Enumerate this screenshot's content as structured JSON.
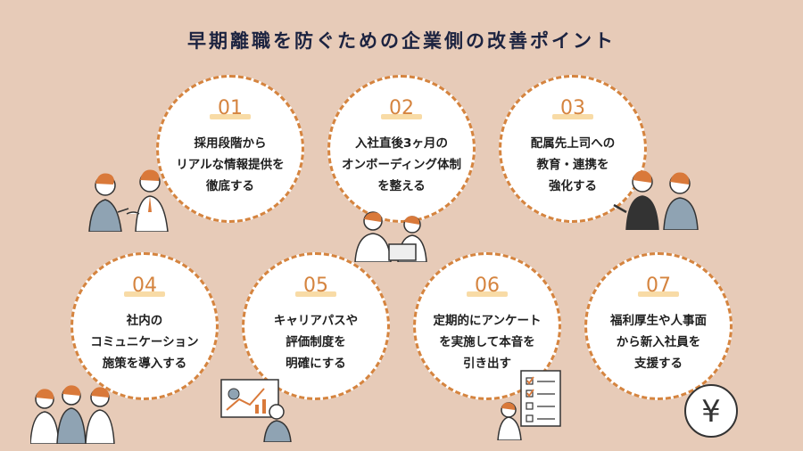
{
  "title": "早期離職を防ぐための企業側の改善ポイント",
  "points": [
    {
      "number": "01",
      "lines": [
        "採用段階から",
        "リアルな情報提供を",
        "徹底する"
      ]
    },
    {
      "number": "02",
      "lines": [
        "入社直後3ヶ月の",
        "オンボーディング体制",
        "を整える"
      ]
    },
    {
      "number": "03",
      "lines": [
        "配属先上司への",
        "教育・連携を",
        "強化する"
      ]
    },
    {
      "number": "04",
      "lines": [
        "社内の",
        "コミュニケーション",
        "施策を導入する"
      ]
    },
    {
      "number": "05",
      "lines": [
        "キャリアパスや",
        "評価制度を",
        "明確にする"
      ]
    },
    {
      "number": "06",
      "lines": [
        "定期的にアンケート",
        "を実施して本音を",
        "引き出す"
      ]
    },
    {
      "number": "07",
      "lines": [
        "福利厚生や人事面",
        "から新入社員を",
        "支援する"
      ]
    }
  ],
  "yen_symbol": "¥",
  "colors": {
    "background": "#e7cbb8",
    "accent": "#d5843f",
    "title": "#1c2340",
    "circle": "#ffffff"
  }
}
